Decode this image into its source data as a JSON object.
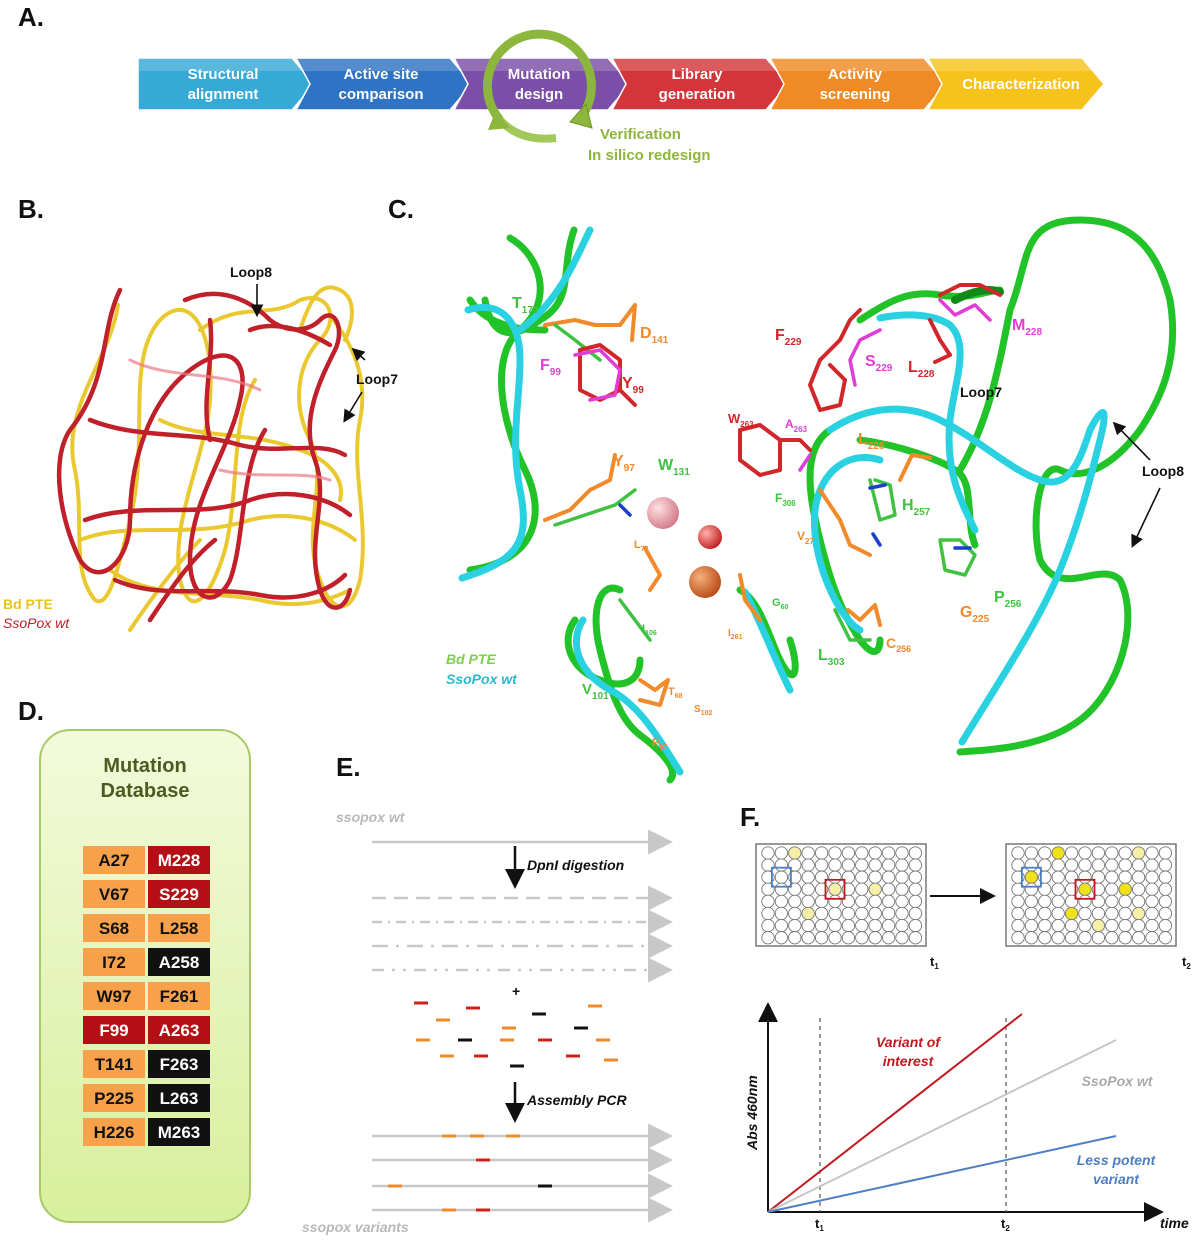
{
  "panels": {
    "a": "A.",
    "b": "B.",
    "c": "C.",
    "d": "D.",
    "e": "E.",
    "f": "F."
  },
  "workflow": {
    "steps": [
      {
        "line1": "Structural",
        "line2": "alignment",
        "color": "#36a9d6"
      },
      {
        "line1": "Active site",
        "line2": "comparison",
        "color": "#2f73c4"
      },
      {
        "line1": "Mutation",
        "line2": "design",
        "color": "#7b4fa8"
      },
      {
        "line1": "Library",
        "line2": "generation",
        "color": "#d2363a"
      },
      {
        "line1": "Activity",
        "line2": "screening",
        "color": "#f08a24"
      },
      {
        "line1": "Characterization",
        "line2": "",
        "color": "#f6c21c"
      }
    ],
    "cycle_label_1": "Verification",
    "cycle_label_2": "In silico redesign",
    "cycle_color": "#8cb63c"
  },
  "panel_b": {
    "loop8": "Loop8",
    "loop7": "Loop7",
    "legend_1": "Bd PTE",
    "legend_2": "SsoPox wt",
    "color_1": "#e8c41a",
    "color_2": "#c0202a"
  },
  "panel_c": {
    "legend_1": "Bd PTE",
    "legend_2": "SsoPox wt",
    "loop7": "Loop7",
    "loop8": "Loop8",
    "labels": {
      "t173": {
        "main": "T",
        "sub": "173"
      },
      "d141": {
        "main": "D",
        "sub": "141"
      },
      "f99": {
        "main": "F",
        "sub": "99"
      },
      "y99": {
        "main": "Y",
        "sub": "99"
      },
      "y97": {
        "main": "Y",
        "sub": "97"
      },
      "w131": {
        "main": "W",
        "sub": "131"
      },
      "w263": {
        "main": "W",
        "sub": "263"
      },
      "a263": {
        "main": "A",
        "sub": "263"
      },
      "f229": {
        "main": "F",
        "sub": "229"
      },
      "s229": {
        "main": "S",
        "sub": "229"
      },
      "m228": {
        "main": "M",
        "sub": "228"
      },
      "l228": {
        "main": "L",
        "sub": "228"
      },
      "l226": {
        "main": "L",
        "sub": "226"
      },
      "h257": {
        "main": "H",
        "sub": "257"
      },
      "f306": {
        "main": "F",
        "sub": "306"
      },
      "v27": {
        "main": "V",
        "sub": "27"
      },
      "l72": {
        "main": "L",
        "sub": "72"
      },
      "i106": {
        "main": "I",
        "sub": "106"
      },
      "g60": {
        "main": "G",
        "sub": "60"
      },
      "i261": {
        "main": "I",
        "sub": "261"
      },
      "p256": {
        "main": "P",
        "sub": "256"
      },
      "g225": {
        "main": "G",
        "sub": "225"
      },
      "c256": {
        "main": "C",
        "sub": "256"
      },
      "l303": {
        "main": "L",
        "sub": "303"
      },
      "t68": {
        "main": "T",
        "sub": "68"
      },
      "s102": {
        "main": "S",
        "sub": "102"
      },
      "v101": {
        "main": "V",
        "sub": "101"
      },
      "p67": {
        "main": "P",
        "sub": "67"
      }
    }
  },
  "database": {
    "title_1": "Mutation",
    "title_2": "Database",
    "rows": [
      [
        {
          "text": "A27",
          "kind": "o"
        },
        {
          "text": "M228",
          "kind": "r"
        }
      ],
      [
        {
          "text": "V67",
          "kind": "o"
        },
        {
          "text": "S229",
          "kind": "r"
        }
      ],
      [
        {
          "text": "S68",
          "kind": "o"
        },
        {
          "text": "L258",
          "kind": "o"
        }
      ],
      [
        {
          "text": "I72",
          "kind": "o"
        },
        {
          "text": "A258",
          "kind": "k"
        }
      ],
      [
        {
          "text": "W97",
          "kind": "o"
        },
        {
          "text": "F261",
          "kind": "o"
        }
      ],
      [
        {
          "text": "F99",
          "kind": "r"
        },
        {
          "text": "A263",
          "kind": "r"
        }
      ],
      [
        {
          "text": "T141",
          "kind": "o"
        },
        {
          "text": "F263",
          "kind": "k"
        }
      ],
      [
        {
          "text": "P225",
          "kind": "o"
        },
        {
          "text": "L263",
          "kind": "k"
        }
      ],
      [
        {
          "text": "H226",
          "kind": "o"
        },
        {
          "text": "M263",
          "kind": "k"
        }
      ]
    ],
    "colors": {
      "o": "#f7a24b",
      "r": "#b40f14",
      "k": "#111111"
    }
  },
  "panel_e": {
    "top_label": "ssopox wt",
    "step_1": "DpnI digestion",
    "plus": "+",
    "step_2": "Assembly PCR",
    "bottom_label": "ssopox variants"
  },
  "panel_f": {
    "t1": "t",
    "t1_sub": "1",
    "t2": "t",
    "t2_sub": "2",
    "ylabel": "Abs 460nm",
    "xlabel": "time",
    "series_1_line1": "Variant of",
    "series_1_line2": "interest",
    "series_2": "SsoPox wt",
    "series_3_line1": "Less potent",
    "series_3_line2": "variant",
    "tick_1": "t",
    "tick_1_sub": "1",
    "tick_2": "t",
    "tick_2_sub": "2"
  }
}
